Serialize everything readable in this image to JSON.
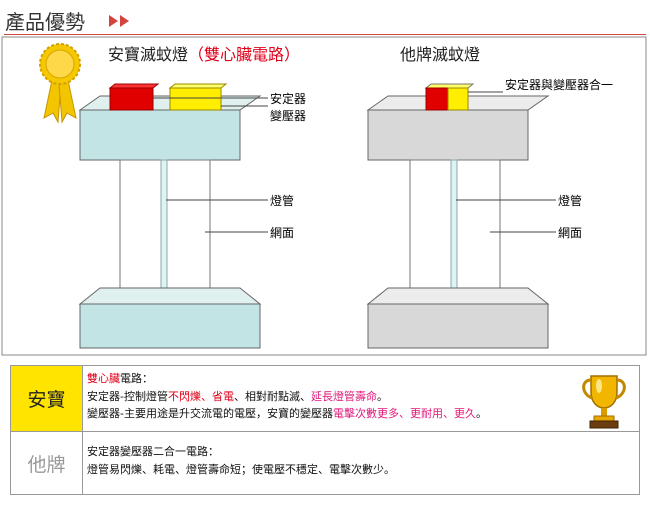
{
  "header": {
    "title": "產品優勢"
  },
  "diagram": {
    "left": {
      "title": "安寶滅蚊燈",
      "title_highlight": "（雙心臟電路）",
      "labels": {
        "stabilizer": "安定器",
        "transformer": "變壓器",
        "tube": "燈管",
        "mesh": "網面"
      }
    },
    "right": {
      "title": "他牌滅蚊燈",
      "labels": {
        "combined": "安定器與變壓器合一",
        "tube": "燈管",
        "mesh": "網面"
      }
    }
  },
  "comparison": {
    "ours": {
      "brand": "安寶",
      "line1": {
        "p1": "雙心臟",
        "p2": "電路："
      },
      "line2": {
        "p1": "安定器-控制燈管",
        "p2": "不閃爍、省電",
        "p3": "、相對耐點滅、",
        "p4": "延長燈管壽命",
        "p5": "。"
      },
      "line3": {
        "p1": "變壓器-主要用途是升交流電的電壓，安寶的變壓器",
        "p2": "電擊次數更多、更耐用、更久",
        "p3": "。"
      }
    },
    "other": {
      "brand": "他牌",
      "line1": "安定器變壓器二合一電路：",
      "line2": "燈管易閃爍、耗電、燈管壽命短；使電壓不穩定、電擊次數少。"
    }
  },
  "colors": {
    "accent_red": "#e0001a",
    "highlight_pink": "#e0187a",
    "brand_yellow": "#ffe400",
    "panel_cyan": "#c2e4e4",
    "panel_grey": "#d8d8d8"
  },
  "icons": [
    "award-ribbon-icon",
    "gold-trophy-icon",
    "double-arrow-icon"
  ]
}
